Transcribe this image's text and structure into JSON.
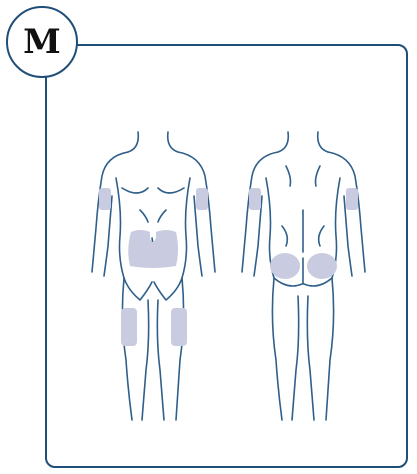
{
  "badge": {
    "label": "M"
  },
  "colors": {
    "outline": "#1f4e79",
    "body_line": "#2f5f8a",
    "injection_site": "#c9cbe0"
  },
  "figures": [
    {
      "view": "front",
      "sites": [
        "left-upper-arm",
        "right-upper-arm",
        "abdomen",
        "left-thigh",
        "right-thigh"
      ]
    },
    {
      "view": "back",
      "sites": [
        "left-upper-arm",
        "right-upper-arm",
        "left-buttock",
        "right-buttock"
      ]
    }
  ]
}
